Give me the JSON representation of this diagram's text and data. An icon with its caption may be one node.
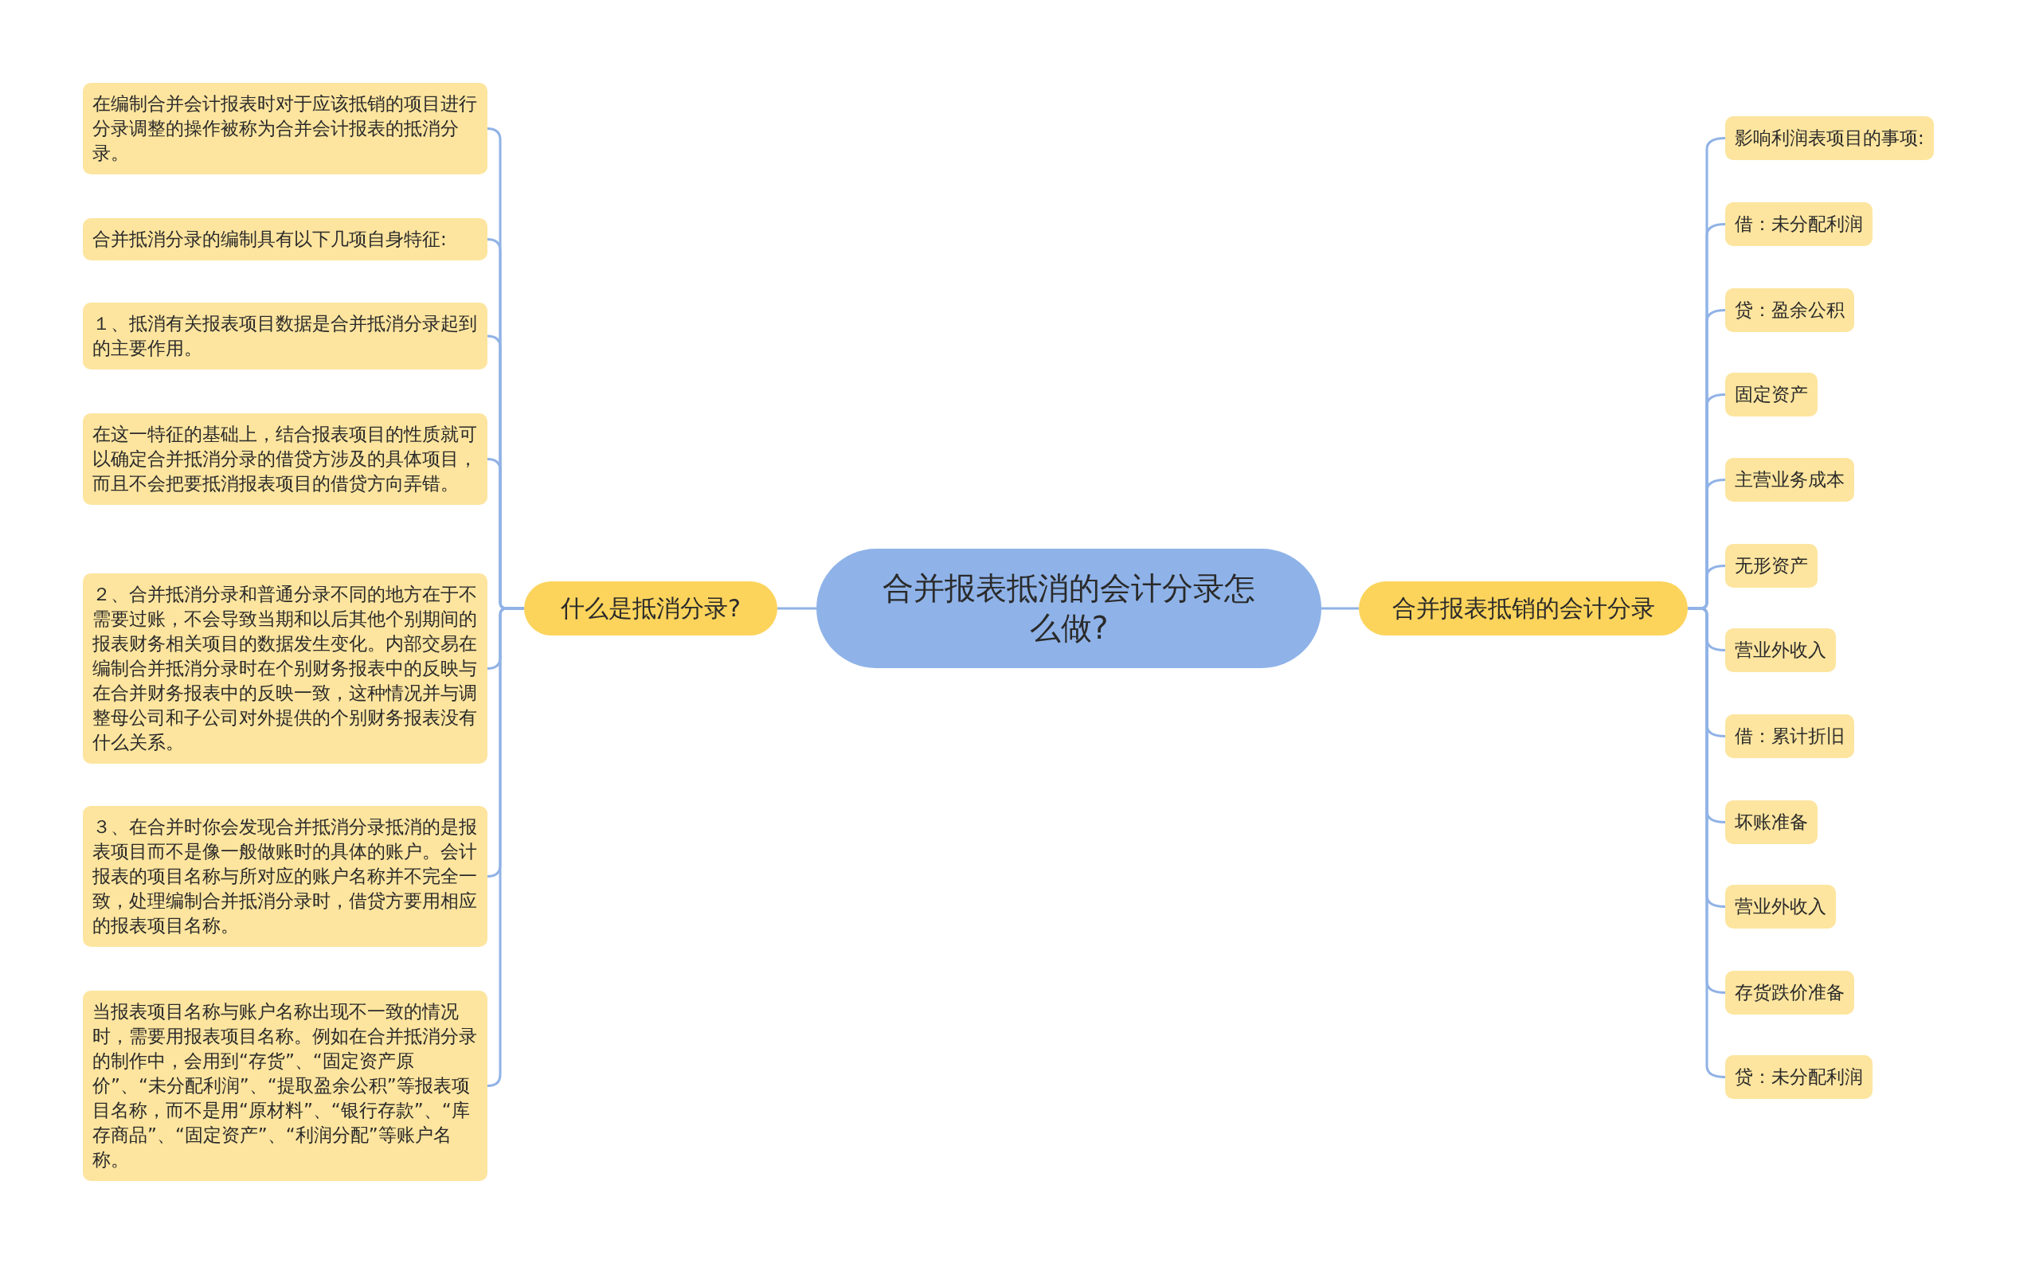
{
  "diagram": {
    "nodes": [
      {
        "text": [
          "合并报表抵消的会计分录怎么做?"
        ]
      },
      {
        "text": [
          "什么是抵消分录?"
        ]
      },
      {
        "text": [
          "在编制合并会计报表时对于应该抵销的项目进行分录调整的操作被称为合并会计报表的抵消分录。"
        ]
      },
      {
        "text": [
          "合并抵消分录的编制具有以下几项自身特征:"
        ]
      },
      {
        "text": [
          "１、抵消有关报表项目数据是合并抵消分录起到的主要作用。"
        ]
      },
      {
        "text": [
          "在这一特征的基础上，结合报表项目的性质就可以确定合并抵消分录的借贷方涉及的具体项目，而且不会把要抵消报表项目的借贷方向弄错。"
        ]
      },
      {
        "text": [
          "２、合并抵消分录和普通分录不同的地方在于不需要过账，不会导致当期和以后其他个别期间的报表财务相关项目的数据发生变化。内部交易在编制合并抵消分录时在个别财务报表中的反映与在合并财务报表中的反映一致，这种情况并与调整母公司和子公司对外提供的个别财务报表没有什么关系。"
        ]
      },
      {
        "text": [
          "３、在合并时你会发现合并抵消分录抵消的是报表项目而不是像一般做账时的具体的账户。会计报表的项目名称与所对应的账户名称并不完全一致，处理编制合并抵消分录时，借贷方要用相应的报表项目名称。"
        ]
      },
      {
        "text": [
          "当报表项目名称与账户名称出现不一致的情况时，需要用报表项目名称。例如在合并抵消分录的制作中，会用到“存货”、“固定资产原价”、“未分配利润”、“提取盈余公积”等报表项目名称，而不是用“原材料”、“银行存款”、“库存商品”、“固定资产”、“利润分配”等账户名称。"
        ]
      },
      {
        "text": [
          "合并报表抵销的会计分录"
        ]
      },
      {
        "text": [
          "影响利润表项目的事项:"
        ]
      },
      {
        "text": [
          "借：未分配利润"
        ]
      },
      {
        "text": [
          "贷：盈余公积"
        ]
      },
      {
        "text": [
          "固定资产"
        ]
      },
      {
        "text": [
          "主营业务成本"
        ]
      },
      {
        "text": [
          "无形资产"
        ]
      },
      {
        "text": [
          "营业外收入"
        ]
      },
      {
        "text": [
          "借：累计折旧"
        ]
      },
      {
        "text": [
          "坏账准备"
        ]
      },
      {
        "text": [
          "营业外收入"
        ]
      },
      {
        "text": [
          "存货跌价准备"
        ]
      },
      {
        "text": [
          "贷：未分配利润"
        ]
      }
    ],
    "edges": [
      {
        "from": 0,
        "to": 1,
        "arrow": "none"
      },
      {
        "from": 1,
        "to": 2,
        "arrow": "none"
      },
      {
        "from": 1,
        "to": 3,
        "arrow": "none"
      },
      {
        "from": 1,
        "to": 4,
        "arrow": "none"
      },
      {
        "from": 1,
        "to": 5,
        "arrow": "none"
      },
      {
        "from": 1,
        "to": 6,
        "arrow": "none"
      },
      {
        "from": 1,
        "to": 7,
        "arrow": "none"
      },
      {
        "from": 1,
        "to": 8,
        "arrow": "none"
      },
      {
        "from": 0,
        "to": 9,
        "arrow": "none"
      },
      {
        "from": 9,
        "to": 10,
        "arrow": "none"
      },
      {
        "from": 9,
        "to": 11,
        "arrow": "none"
      },
      {
        "from": 9,
        "to": 12,
        "arrow": "none"
      },
      {
        "from": 9,
        "to": 13,
        "arrow": "none"
      },
      {
        "from": 9,
        "to": 14,
        "arrow": "none"
      },
      {
        "from": 9,
        "to": 15,
        "arrow": "none"
      },
      {
        "from": 9,
        "to": 16,
        "arrow": "none"
      },
      {
        "from": 9,
        "to": 17,
        "arrow": "none"
      },
      {
        "from": 9,
        "to": 18,
        "arrow": "none"
      },
      {
        "from": 9,
        "to": 19,
        "arrow": "none"
      },
      {
        "from": 9,
        "to": 20,
        "arrow": "none"
      },
      {
        "from": 9,
        "to": 21,
        "arrow": "none"
      }
    ]
  }
}
